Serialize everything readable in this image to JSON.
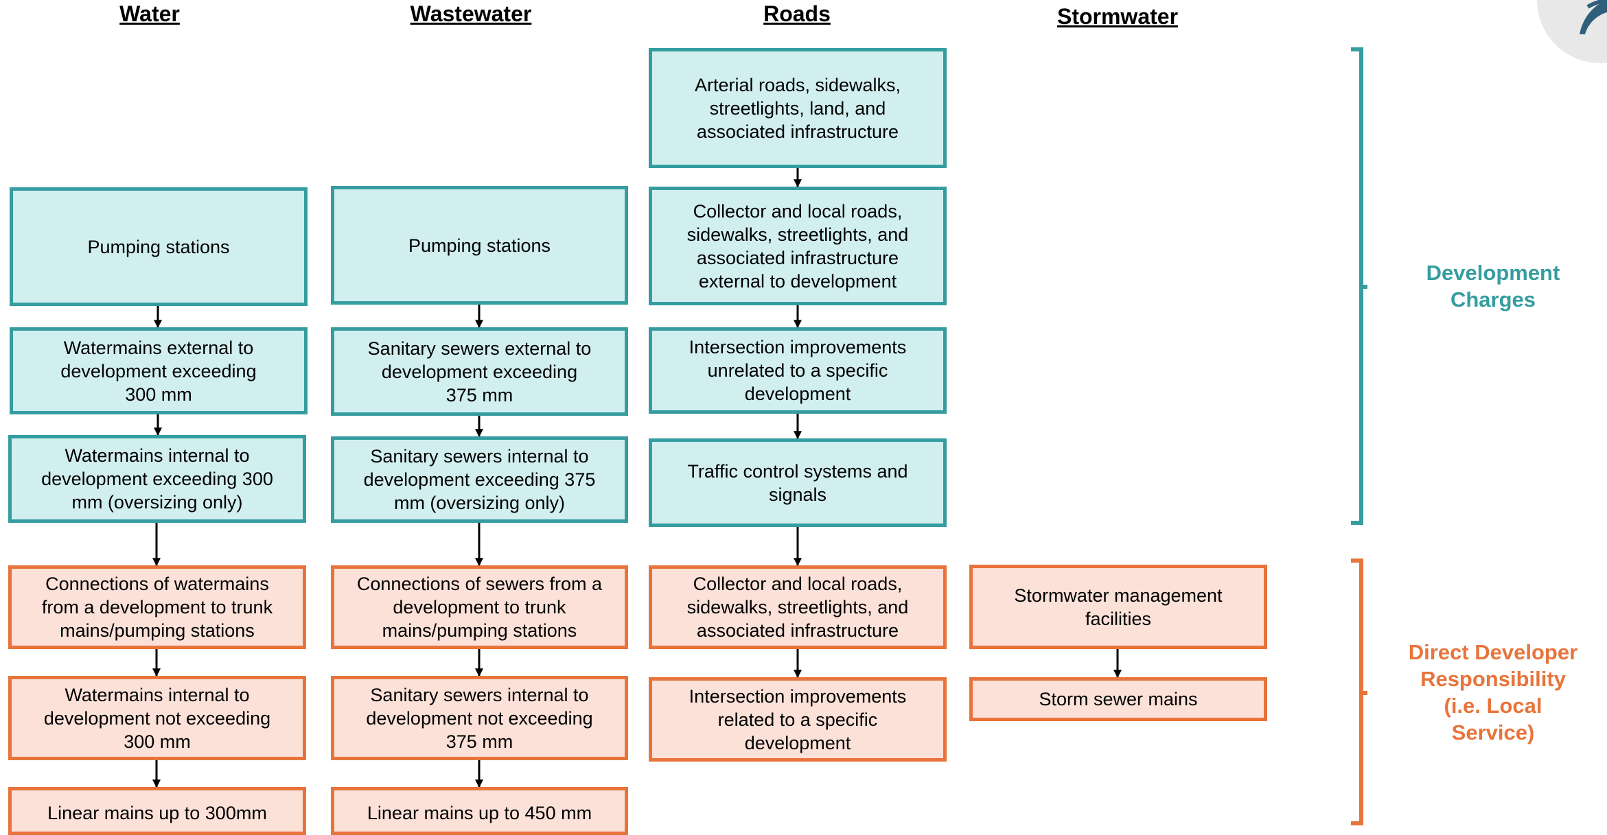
{
  "columns": {
    "water": "Water",
    "wastewater": "Wastewater",
    "roads": "Roads",
    "stormwater": "Stormwater"
  },
  "water": {
    "pumping": "Pumping stations",
    "ext": "Watermains external to\ndevelopment exceeding\n300 mm",
    "int": "Watermains internal to\ndevelopment exceeding 300\nmm (oversizing only)",
    "conn": "Connections of watermains\nfrom a development to trunk\nmains/pumping stations",
    "int_small": "Watermains internal to\ndevelopment not exceeding\n300 mm",
    "linear": "Linear mains up to 300mm"
  },
  "wastewater": {
    "pumping": "Pumping stations",
    "ext": "Sanitary sewers external to\ndevelopment exceeding\n375 mm",
    "int": "Sanitary sewers internal to\ndevelopment exceeding 375\nmm (oversizing only)",
    "conn": "Connections of sewers from a\ndevelopment to trunk\nmains/pumping stations",
    "int_small": "Sanitary sewers internal to\ndevelopment not exceeding\n375 mm",
    "linear": "Linear mains up to 450 mm"
  },
  "roads": {
    "arterial": "Arterial roads, sidewalks,\nstreetlights, land, and\nassociated infrastructure",
    "collector_ext": "Collector and local roads,\nsidewalks, streetlights, and\nassociated infrastructure\nexternal to development",
    "intersection_unrel": "Intersection improvements\nunrelated to a specific\ndevelopment",
    "traffic": "Traffic control systems and\nsignals",
    "collector": "Collector and local roads,\nsidewalks, streetlights, and\nassociated infrastructure",
    "intersection_rel": "Intersection improvements\nrelated to a specific\ndevelopment"
  },
  "stormwater": {
    "facilities": "Stormwater management\nfacilities",
    "mains": "Storm sewer mains"
  },
  "categories": {
    "dc": "Development\nCharges",
    "ddr": "Direct Developer\nResponsibility\n(i.e. Local\nService)"
  },
  "colors": {
    "dc_fill": "#d2eff0",
    "dc_border": "#359da0",
    "ddr_fill": "#fbe1d8",
    "ddr_border": "#e8743b"
  }
}
